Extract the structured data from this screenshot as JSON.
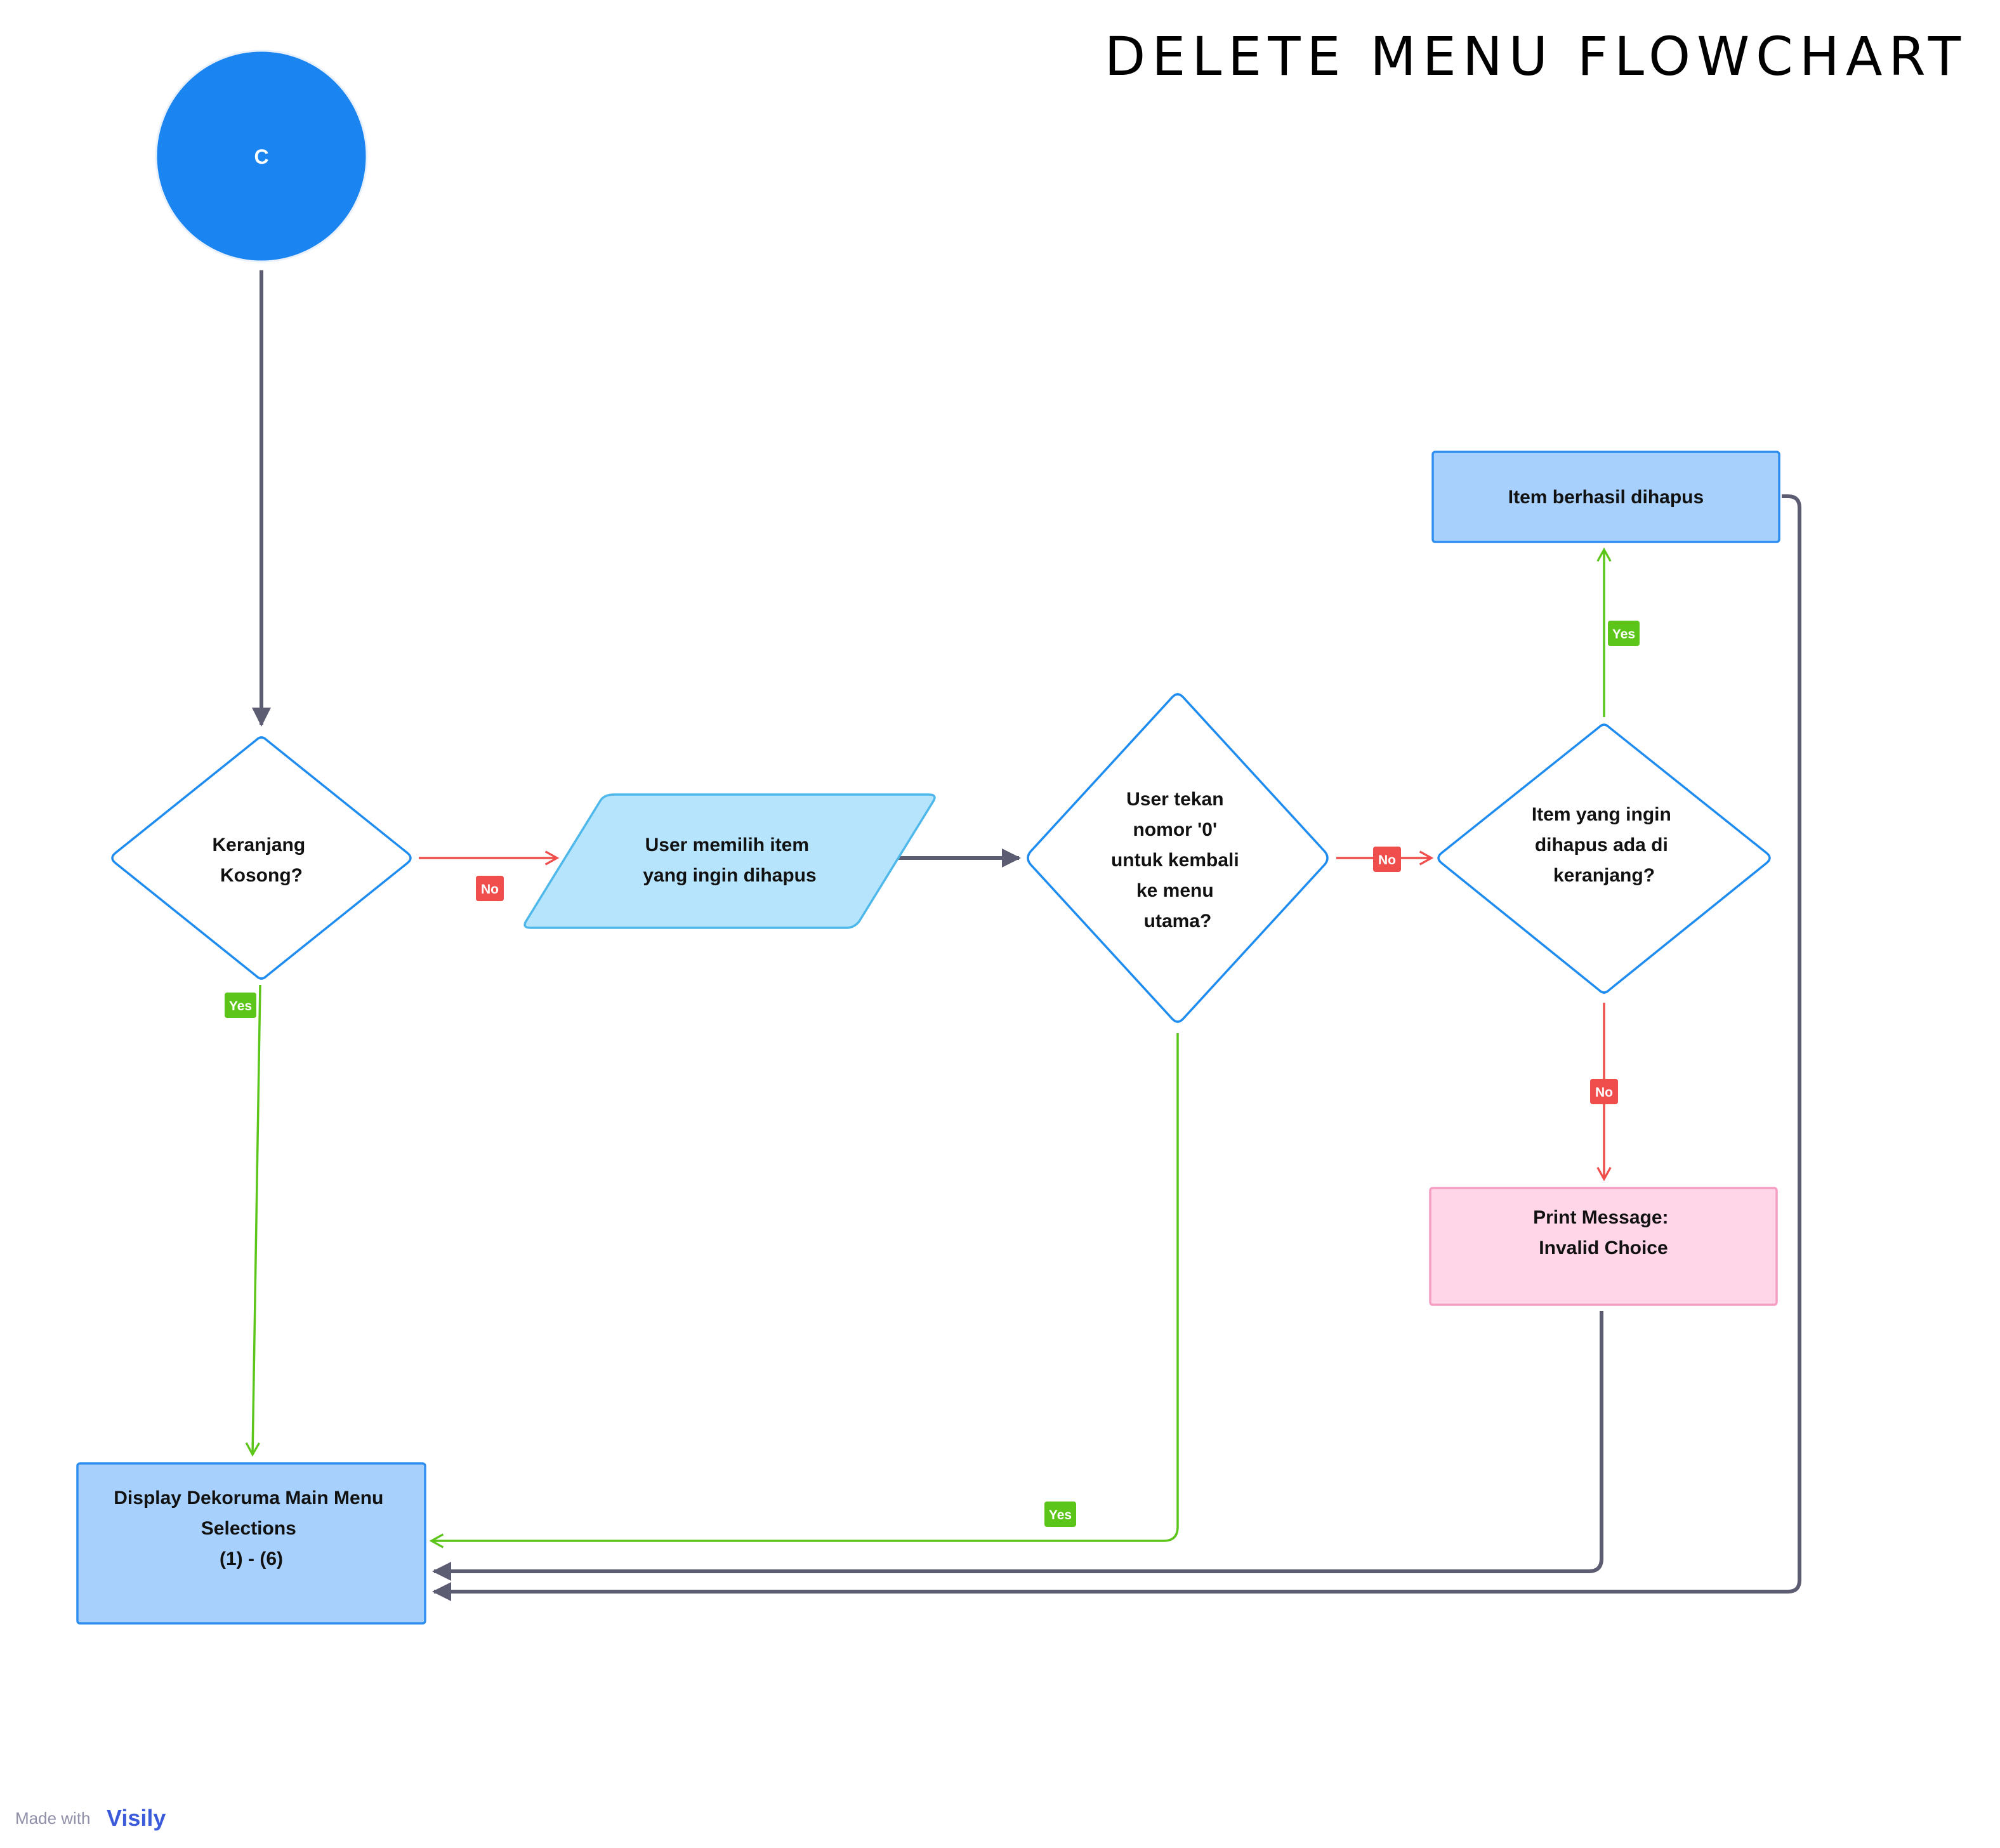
{
  "title": "DELETE MENU FLOWCHART",
  "start_node": {
    "label": "C"
  },
  "nodes": {
    "keranjang_kosong": [
      "Keranjang",
      "Kosong?"
    ],
    "user_memilih": [
      "User memilih item",
      "yang ingin dihapus"
    ],
    "user_tekan": [
      "User tekan",
      "nomor '0'",
      "untuk kembali",
      "ke menu",
      "utama?"
    ],
    "item_ada": [
      "Item yang ingin",
      "dihapus ada di",
      "keranjang?"
    ],
    "item_berhasil": [
      "Item berhasil dihapus"
    ],
    "print_message": [
      "Print Message:",
      "Invalid Choice"
    ],
    "display_menu": [
      "Display Dekoruma Main Menu",
      "Selections",
      "(1) - (6)"
    ]
  },
  "edge_labels": {
    "kosong_no": "No",
    "kosong_yes": "Yes",
    "tekan_no": "No",
    "tekan_yes": "Yes",
    "ada_yes": "Yes",
    "ada_no": "No"
  },
  "footer": {
    "made_with": "Made with",
    "brand": "Visily"
  },
  "colors": {
    "start_fill": "#1a84f0",
    "decision_stroke": "#1f8cf0",
    "process_fill": "#a7d1fc",
    "process_stroke": "#2e8ff0",
    "input_fill": "#b6e4fc",
    "input_stroke": "#4fb8ea",
    "error_fill": "#ffd6e8",
    "error_stroke": "#f59dc2",
    "flow_dark": "#5c5c72",
    "flow_yes": "#5cc51a",
    "flow_no": "#f04d4d"
  }
}
